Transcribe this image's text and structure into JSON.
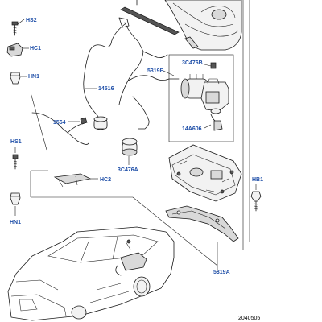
{
  "labels": {
    "hs2": "HS2",
    "hc1": "HC1",
    "hn1_top": "HN1",
    "p14516": "14516",
    "p1564": "1564",
    "hs1": "HS1",
    "hc2": "HC2",
    "hn1_bottom": "HN1",
    "p3c476a": "3C476A",
    "p5319b": "5319B",
    "p3c476b": "3C476B",
    "p14a606": "14A606",
    "hb1": "HB1",
    "p5319a": "5319A"
  },
  "footer": {
    "reference": "2040505"
  }
}
